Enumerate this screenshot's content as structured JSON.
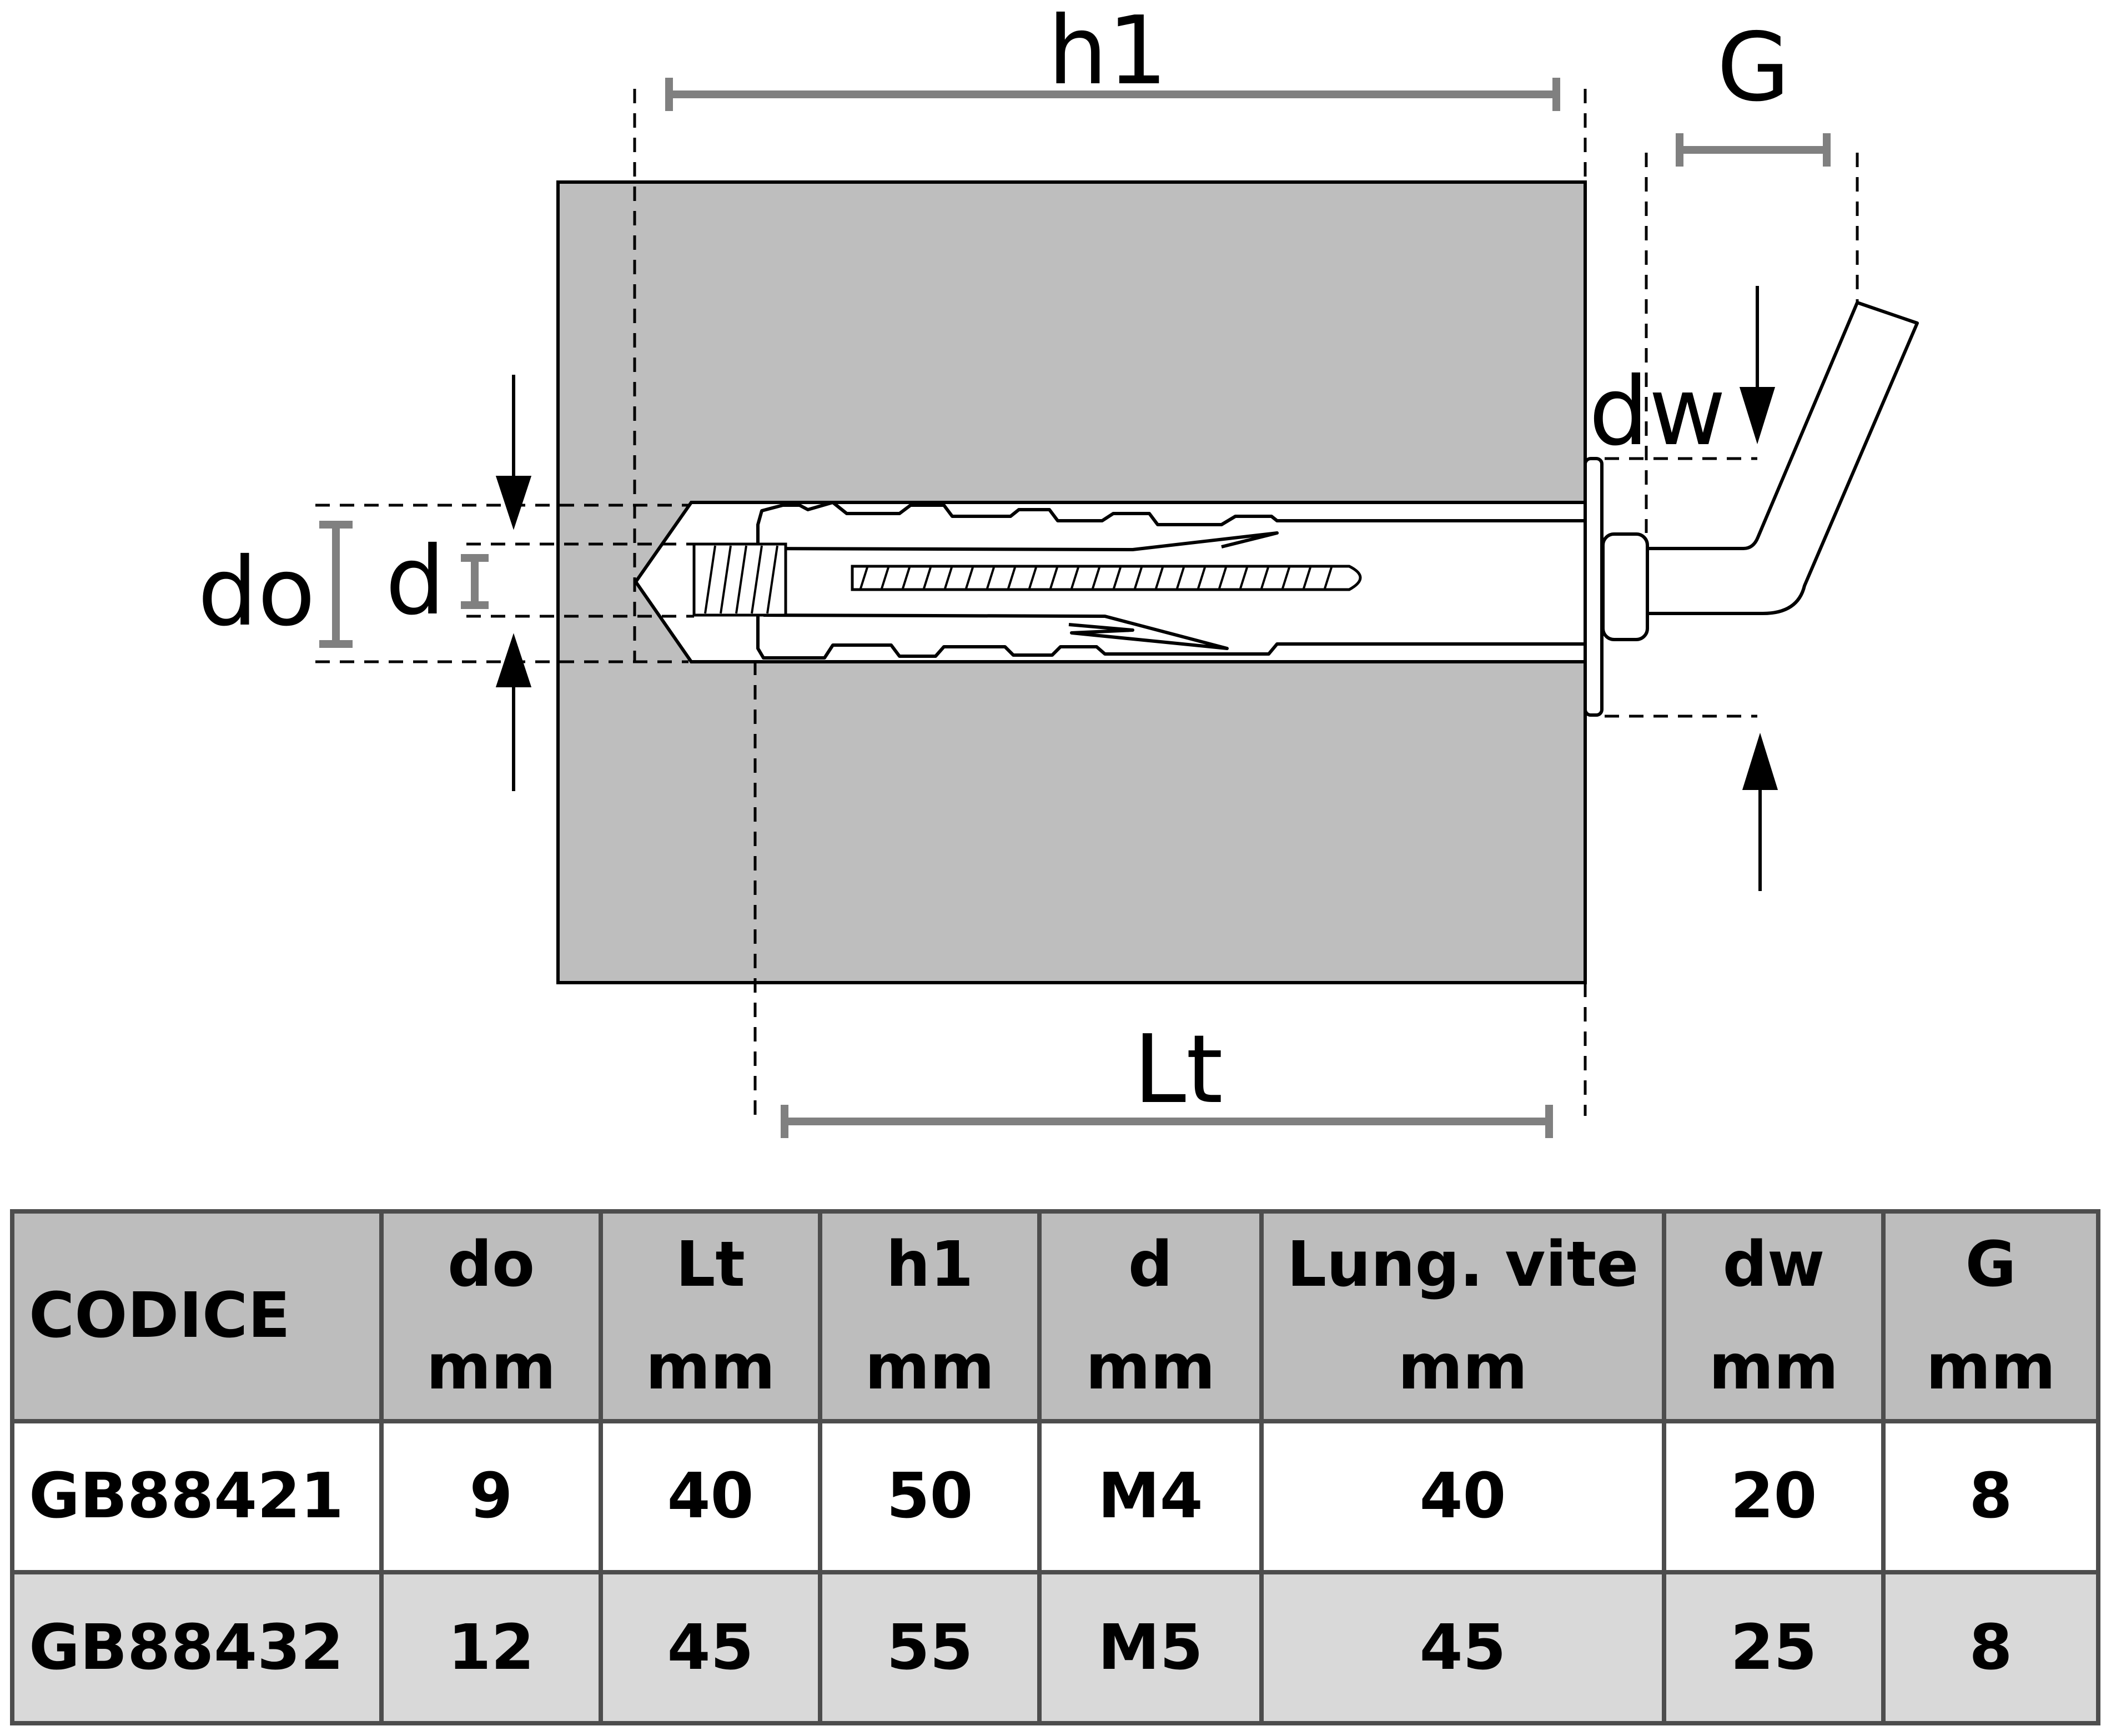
{
  "diagram": {
    "labels": {
      "h1": "h1",
      "g": "G",
      "dw": "dw",
      "do": "do",
      "d": "d",
      "lt": "Lt"
    },
    "colors": {
      "wall_fill": "#bebebe",
      "dimension_gray": "#808080",
      "line": "#000000"
    }
  },
  "table": {
    "headers": [
      {
        "name": "CODICE",
        "unit": ""
      },
      {
        "name": "do",
        "unit": "mm"
      },
      {
        "name": "Lt",
        "unit": "mm"
      },
      {
        "name": "h1",
        "unit": "mm"
      },
      {
        "name": "d",
        "unit": "mm"
      },
      {
        "name": "Lung. vite",
        "unit": "mm"
      },
      {
        "name": "dw",
        "unit": "mm"
      },
      {
        "name": "G",
        "unit": "mm"
      }
    ],
    "rows": [
      [
        "GB88421",
        "9",
        "40",
        "50",
        "M4",
        "40",
        "20",
        "8"
      ],
      [
        "GB88432",
        "12",
        "45",
        "55",
        "M5",
        "45",
        "25",
        "8"
      ]
    ],
    "colors": {
      "header_bg": "#bdbdbd",
      "row_odd_bg": "#ffffff",
      "row_even_bg": "#d9d9d9",
      "border": "#4d4d4d"
    }
  }
}
